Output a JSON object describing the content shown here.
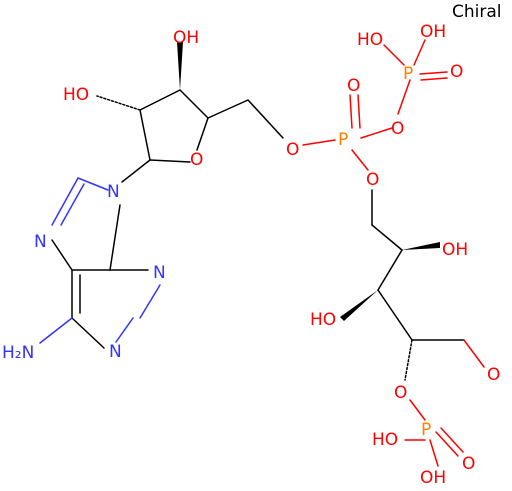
{
  "annotation": "Chiral",
  "colors": {
    "carbon": "#000000",
    "oxygen": "#ff0000",
    "nitrogen": "#3333ff",
    "phosphorus": "#ff8000"
  },
  "atoms": [
    {
      "id": "OH_c3",
      "text": "OH",
      "element": "O"
    },
    {
      "id": "OH_c2",
      "text": "HO",
      "element": "O"
    },
    {
      "id": "O_ring",
      "text": "O",
      "element": "O"
    },
    {
      "id": "N9",
      "text": "N",
      "element": "N"
    },
    {
      "id": "N7",
      "text": "N",
      "element": "N"
    },
    {
      "id": "N3",
      "text": "N",
      "element": "N"
    },
    {
      "id": "N1",
      "text": "N",
      "element": "N"
    },
    {
      "id": "NH2",
      "text": "H₂N",
      "element": "N"
    },
    {
      "id": "O_5p",
      "text": "O",
      "element": "O"
    },
    {
      "id": "P_alpha",
      "text": "P",
      "element": "P"
    },
    {
      "id": "O_Pa_dbl",
      "text": "O",
      "element": "O"
    },
    {
      "id": "O_bridge",
      "text": "O",
      "element": "O"
    },
    {
      "id": "P_beta",
      "text": "P",
      "element": "P"
    },
    {
      "id": "OH_Pb1",
      "text": "HO",
      "element": "O"
    },
    {
      "id": "OH_Pb2",
      "text": "OH",
      "element": "O"
    },
    {
      "id": "O_Pb_dbl",
      "text": "O",
      "element": "O"
    },
    {
      "id": "O_ribose",
      "text": "O",
      "element": "O"
    },
    {
      "id": "OH_r4",
      "text": "OH",
      "element": "O"
    },
    {
      "id": "OH_r3",
      "text": "HO",
      "element": "O"
    },
    {
      "id": "O_ald",
      "text": "O",
      "element": "O"
    },
    {
      "id": "O_r2",
      "text": "O",
      "element": "O"
    },
    {
      "id": "P_gamma",
      "text": "P",
      "element": "P"
    },
    {
      "id": "OH_Pg1",
      "text": "HO",
      "element": "O"
    },
    {
      "id": "OH_Pg2",
      "text": "OH",
      "element": "O"
    },
    {
      "id": "O_Pg_dbl",
      "text": "O",
      "element": "O"
    }
  ]
}
